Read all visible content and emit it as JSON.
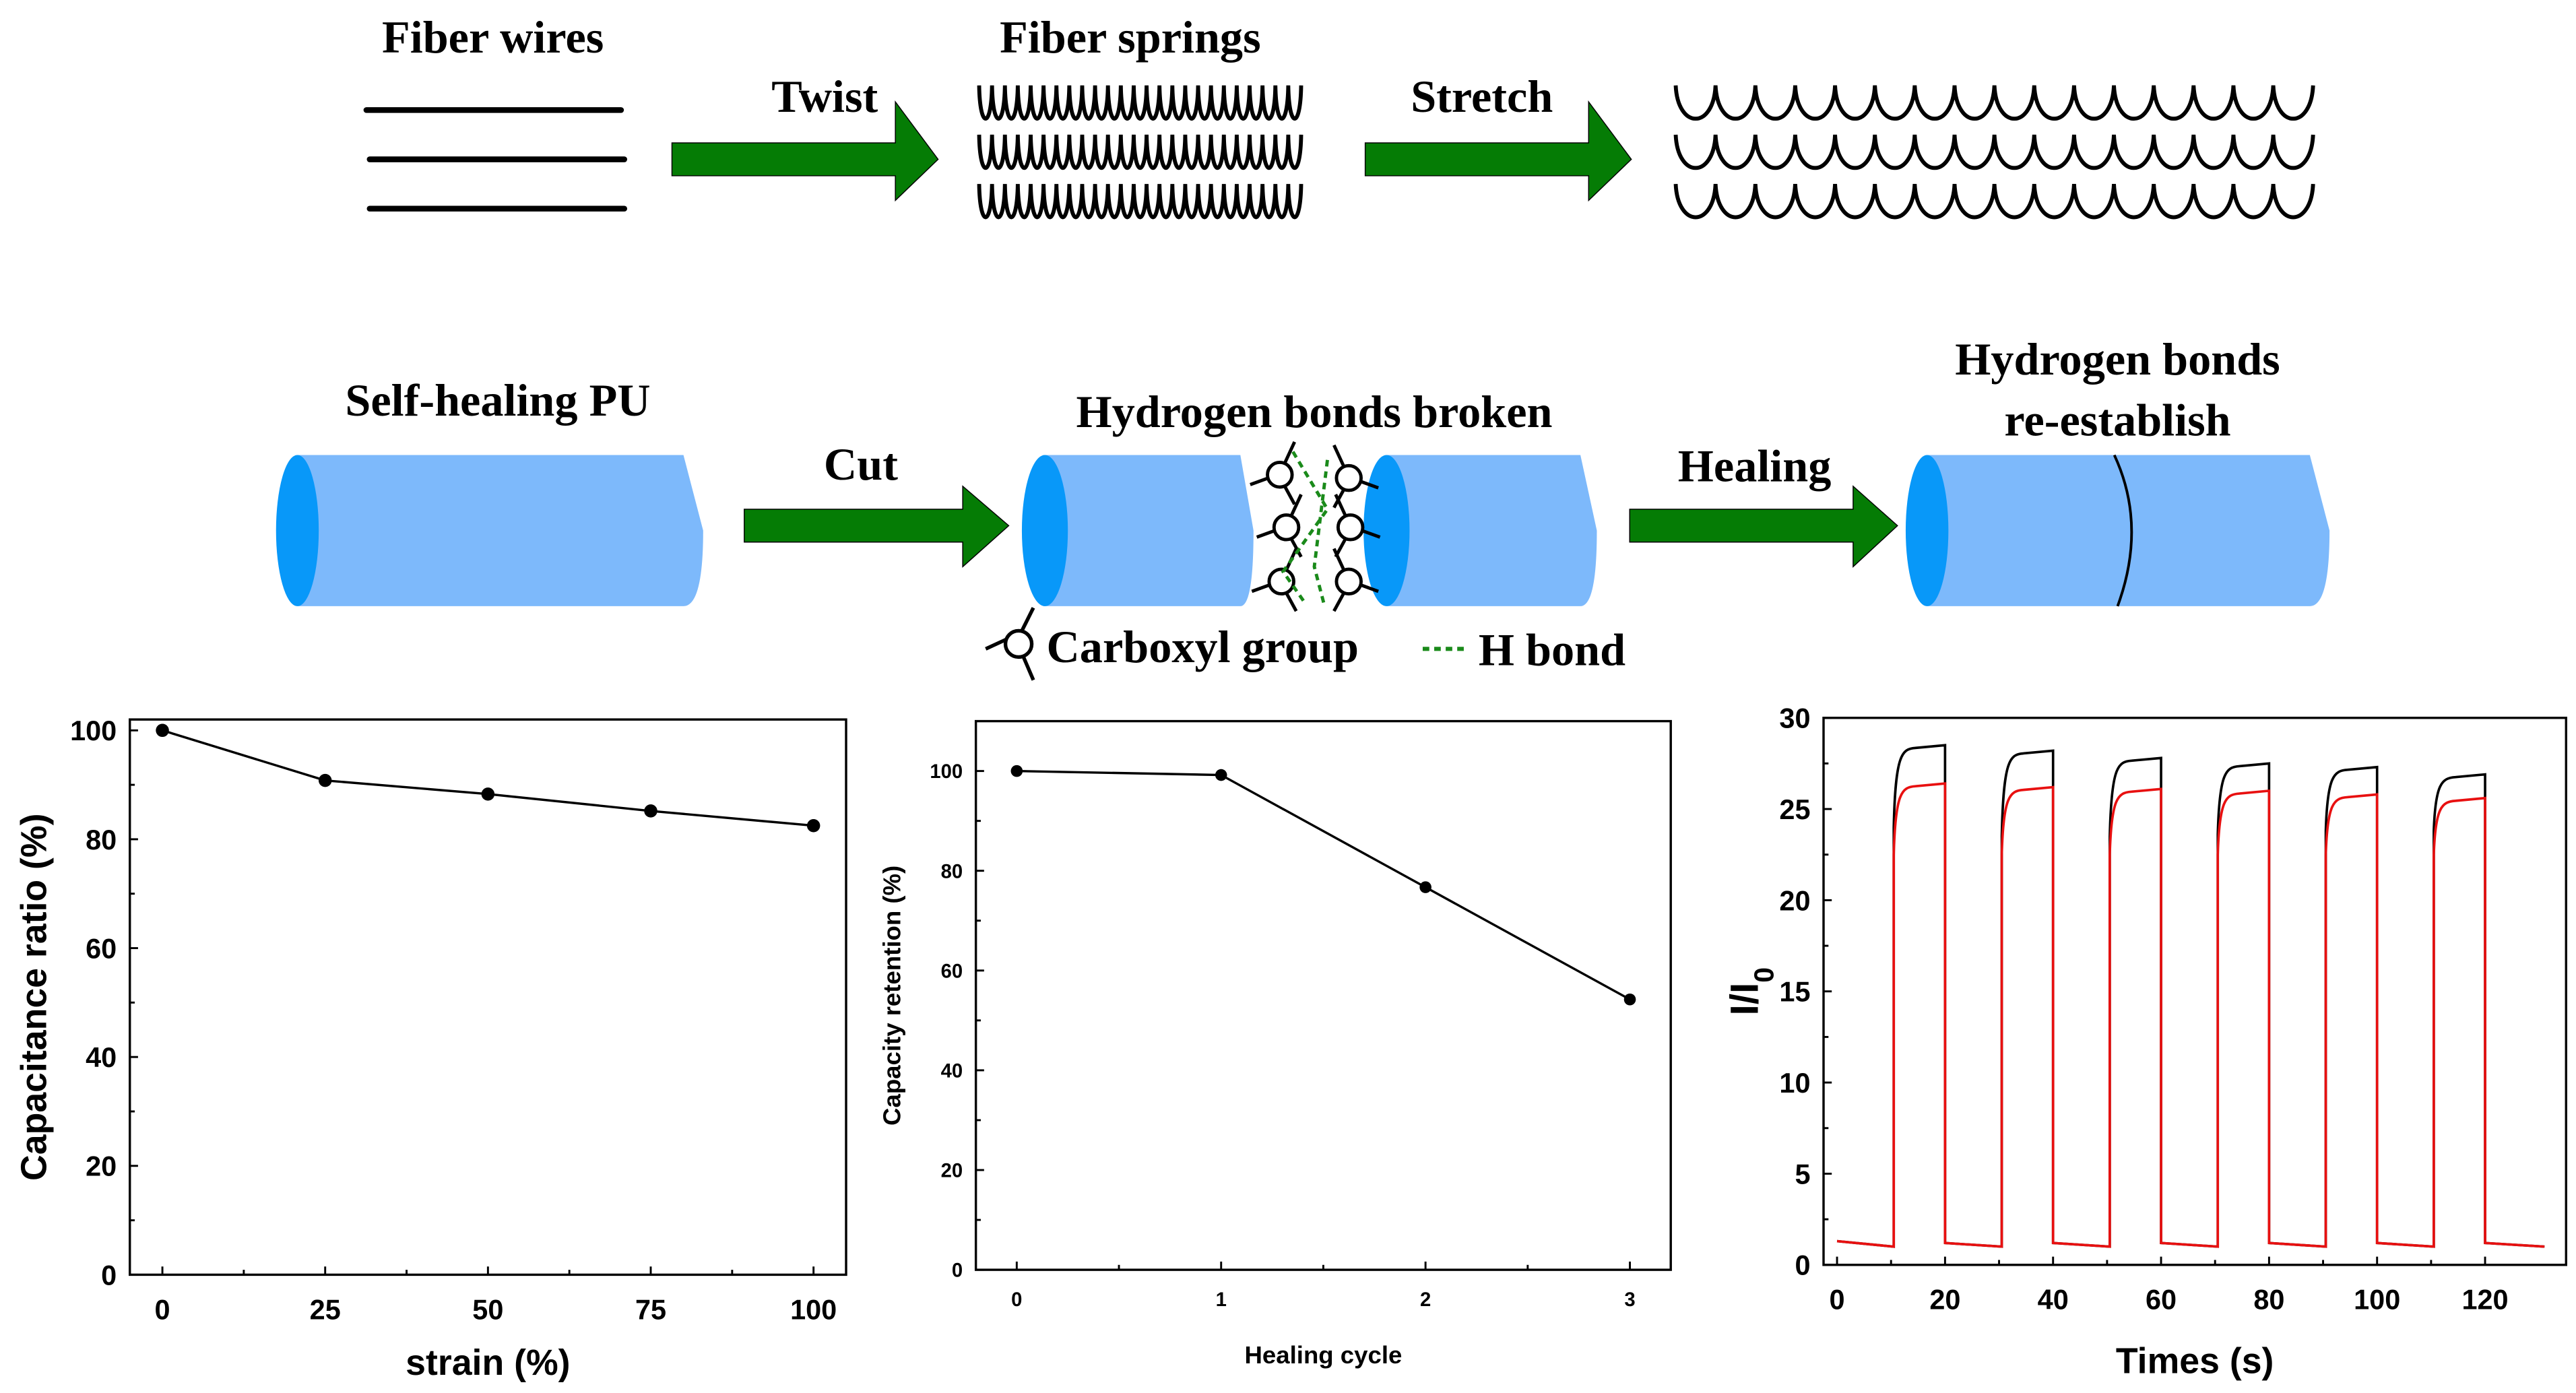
{
  "colors": {
    "arrow_green": "#057c05",
    "cylinder_body": "#7db9fb",
    "cylinder_end": "#0898f9",
    "hbond_green": "#1a8a1a",
    "series_black": "#000000",
    "series_red": "#e81010"
  },
  "schematic": {
    "row1": {
      "fiber_wires_label": "Fiber wires",
      "twist_label": "Twist",
      "fiber_springs_label": "Fiber springs",
      "stretch_label": "Stretch"
    },
    "row2": {
      "self_healing_label": "Self-healing PU",
      "cut_label": "Cut",
      "broken_label": "Hydrogen bonds broken",
      "healing_label": "Healing",
      "reestablish_line1": "Hydrogen bonds",
      "reestablish_line2": "re-establish",
      "legend_carboxyl": "Carboxyl group",
      "legend_hbond": "H bond"
    }
  },
  "chart_data": [
    {
      "type": "line",
      "title": "",
      "xlabel": "strain (%)",
      "ylabel": "Capacitance ratio (%)",
      "x": [
        0,
        25,
        50,
        75,
        100
      ],
      "series": [
        {
          "name": "Capacitance ratio",
          "values": [
            100,
            90.8,
            88.3,
            85.2,
            82.5
          ]
        }
      ],
      "xlim": [
        -5,
        105
      ],
      "ylim": [
        0,
        102
      ],
      "xticks": [
        0,
        25,
        50,
        75,
        100
      ],
      "xtick_labels": [
        "0",
        "25",
        "50",
        "75",
        "100"
      ],
      "yticks": [
        0,
        20,
        40,
        60,
        80,
        100
      ],
      "ytick_labels": [
        "0",
        "20",
        "40",
        "60",
        "80",
        "100"
      ],
      "markers": true,
      "grid": false,
      "legend": "none"
    },
    {
      "type": "line",
      "title": "",
      "xlabel": "Healing cycle",
      "ylabel": "Capacity retention (%)",
      "x": [
        0,
        1,
        2,
        3
      ],
      "series": [
        {
          "name": "Capacity retention",
          "values": [
            100,
            99.2,
            76.7,
            54.2
          ]
        }
      ],
      "xlim": [
        -0.2,
        3.2
      ],
      "ylim": [
        0,
        110
      ],
      "xticks": [
        0,
        1,
        2,
        3
      ],
      "xtick_labels": [
        "0",
        "1",
        "2",
        "3"
      ],
      "yticks": [
        0,
        20,
        40,
        60,
        80,
        100
      ],
      "ytick_labels": [
        "0",
        "20",
        "40",
        "60",
        "80",
        "100"
      ],
      "markers": true,
      "grid": false,
      "legend": "none"
    },
    {
      "type": "line",
      "title": "",
      "xlabel": "Times (s)",
      "ylabel": "I/I0",
      "xlim": [
        -2.5,
        135
      ],
      "ylim": [
        0,
        30
      ],
      "xticks": [
        0,
        20,
        40,
        60,
        80,
        100,
        120
      ],
      "xtick_labels": [
        "0",
        "20",
        "40",
        "60",
        "80",
        "100",
        "120"
      ],
      "yticks": [
        0,
        5,
        10,
        15,
        20,
        25,
        30
      ],
      "ytick_labels": [
        "0",
        "5",
        "10",
        "15",
        "20",
        "25",
        "30"
      ],
      "pulse_on_times": [
        10.5,
        30.5,
        50.5,
        70.5,
        90.5,
        110.5
      ],
      "pulse_off_times": [
        20,
        40,
        60,
        80,
        100,
        120
      ],
      "baseline_start": 1.3,
      "baseline_end": 1.0,
      "series": [
        {
          "name": "black",
          "color": "#000000",
          "peak_values": [
            28.5,
            28.2,
            27.8,
            27.5,
            27.3,
            26.9
          ],
          "rise_start": [
            24.0,
            23.5,
            23.5,
            23.6,
            23.8,
            23.8
          ]
        },
        {
          "name": "red",
          "color": "#e81010",
          "peak_values": [
            26.4,
            26.2,
            26.1,
            26.0,
            25.8,
            25.6
          ],
          "rise_start": [
            22.5,
            22.5,
            22.5,
            22.5,
            22.5,
            22.5
          ]
        }
      ],
      "grid": false,
      "legend": "none"
    }
  ]
}
